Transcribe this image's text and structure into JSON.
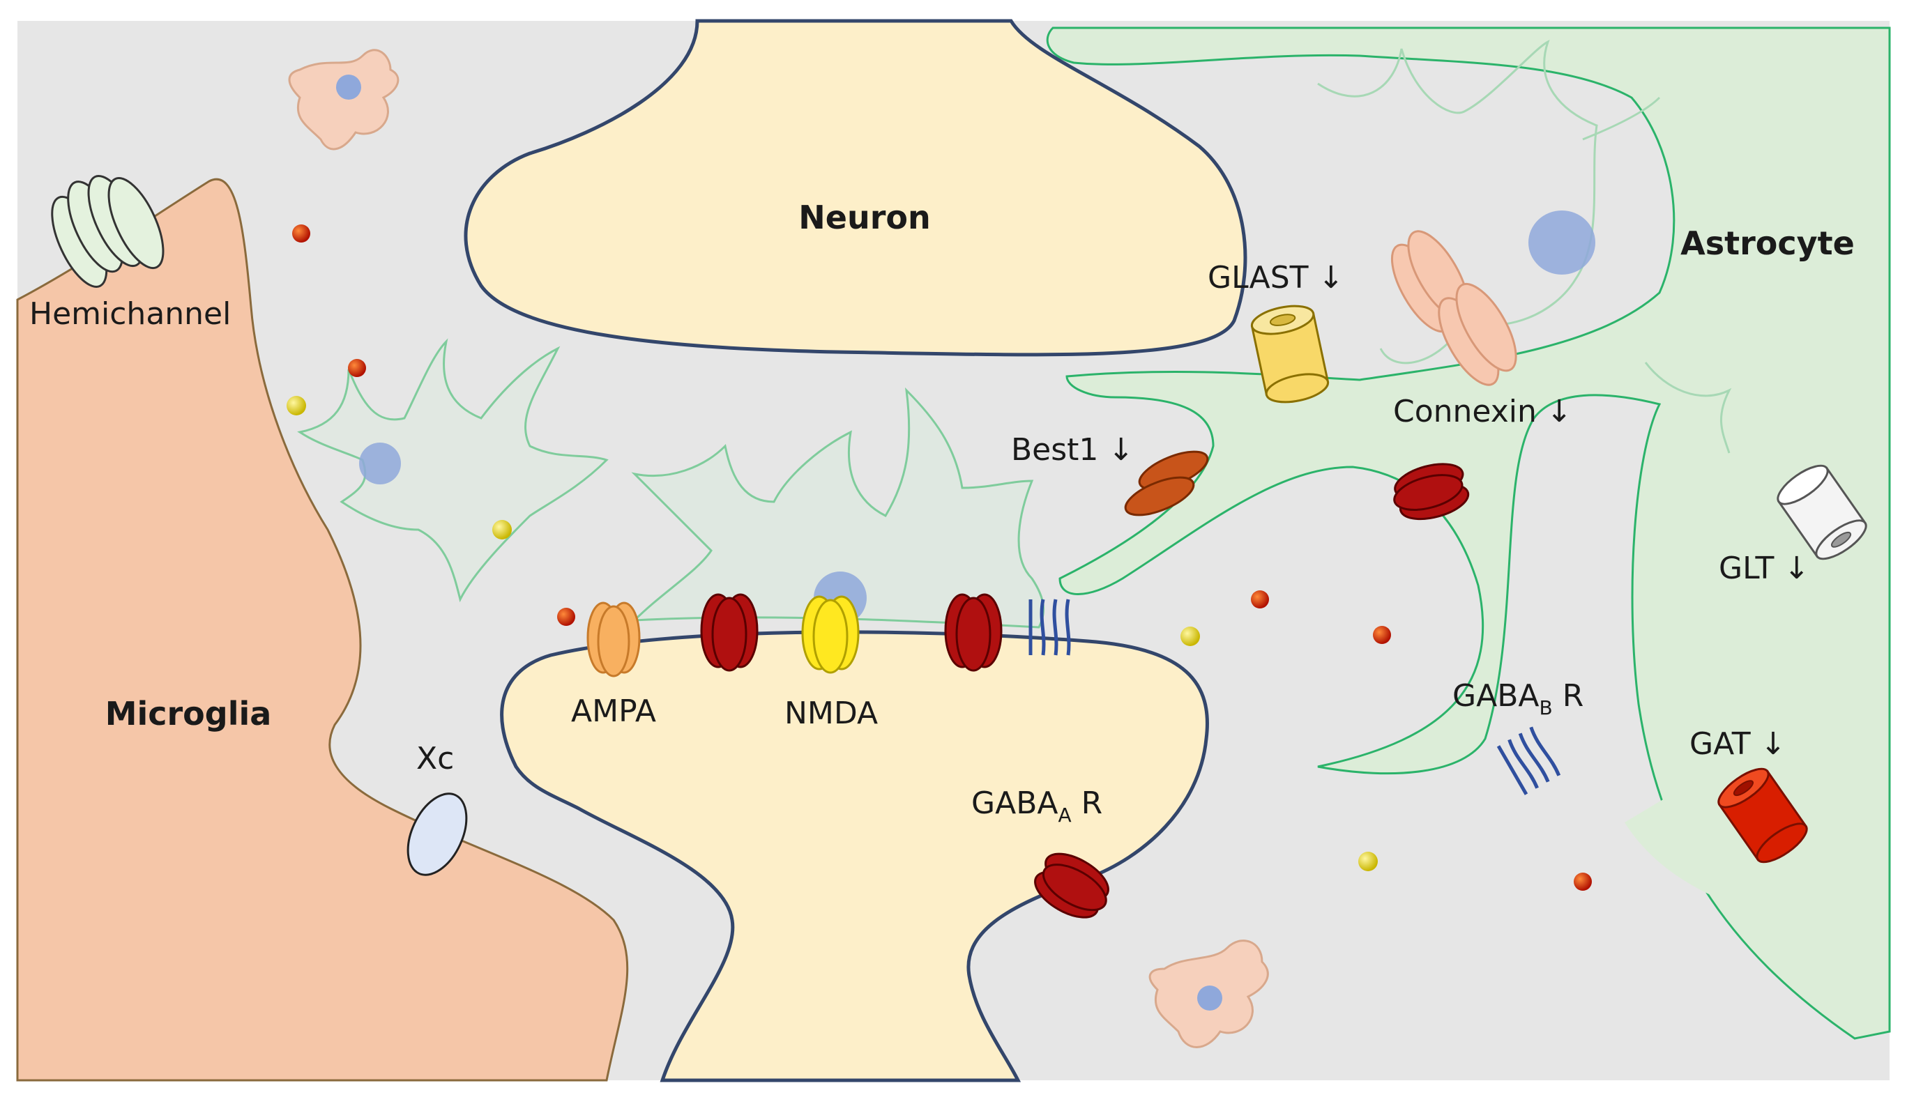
{
  "diagram": {
    "colors": {
      "background": "#e6e6e6",
      "neuron_fill": "#fdefc9",
      "neuron_stroke": "#33466b",
      "microglia_fill": "#f5c6a8",
      "microglia_stroke": "#8a6a3c",
      "astrocyte_fill": "#dcedd8",
      "astrocyte_stroke": "#2bb36a",
      "glutamate_dot": "#d62200",
      "gaba_dot": "#e8dc00",
      "receptor_red": "#b01010",
      "ampa": "#f8b060",
      "nmda": "#ffe820",
      "gabab_coil": "#2f4f9f",
      "xc": "#dde6f6",
      "glast": "#f8d868",
      "glt": "#f4f4f4",
      "gat": "#d81e00",
      "best1": "#c8541a",
      "connexin": "#f7c8b0",
      "hemichannel": "#e4f2de",
      "soma_nucleus": "#8fa8db"
    },
    "cells": {
      "neuron": "Neuron",
      "microglia": "Microglia",
      "astrocyte": "Astrocyte"
    },
    "labels": {
      "hemichannel": "Hemichannel",
      "xc": "Xc",
      "ampa": "AMPA",
      "nmda": "NMDA",
      "gaba_a_main": "GABA",
      "gaba_a_sub": "A",
      "gaba_a_tail": " R",
      "gaba_b_main": "GABA",
      "gaba_b_sub": "B",
      "gaba_b_tail": " R",
      "best1": "Best1 ↓",
      "glast": "GLAST ↓",
      "connexin": "Connexin ↓",
      "glt": "GLT ↓",
      "gat": "GAT ↓"
    }
  }
}
